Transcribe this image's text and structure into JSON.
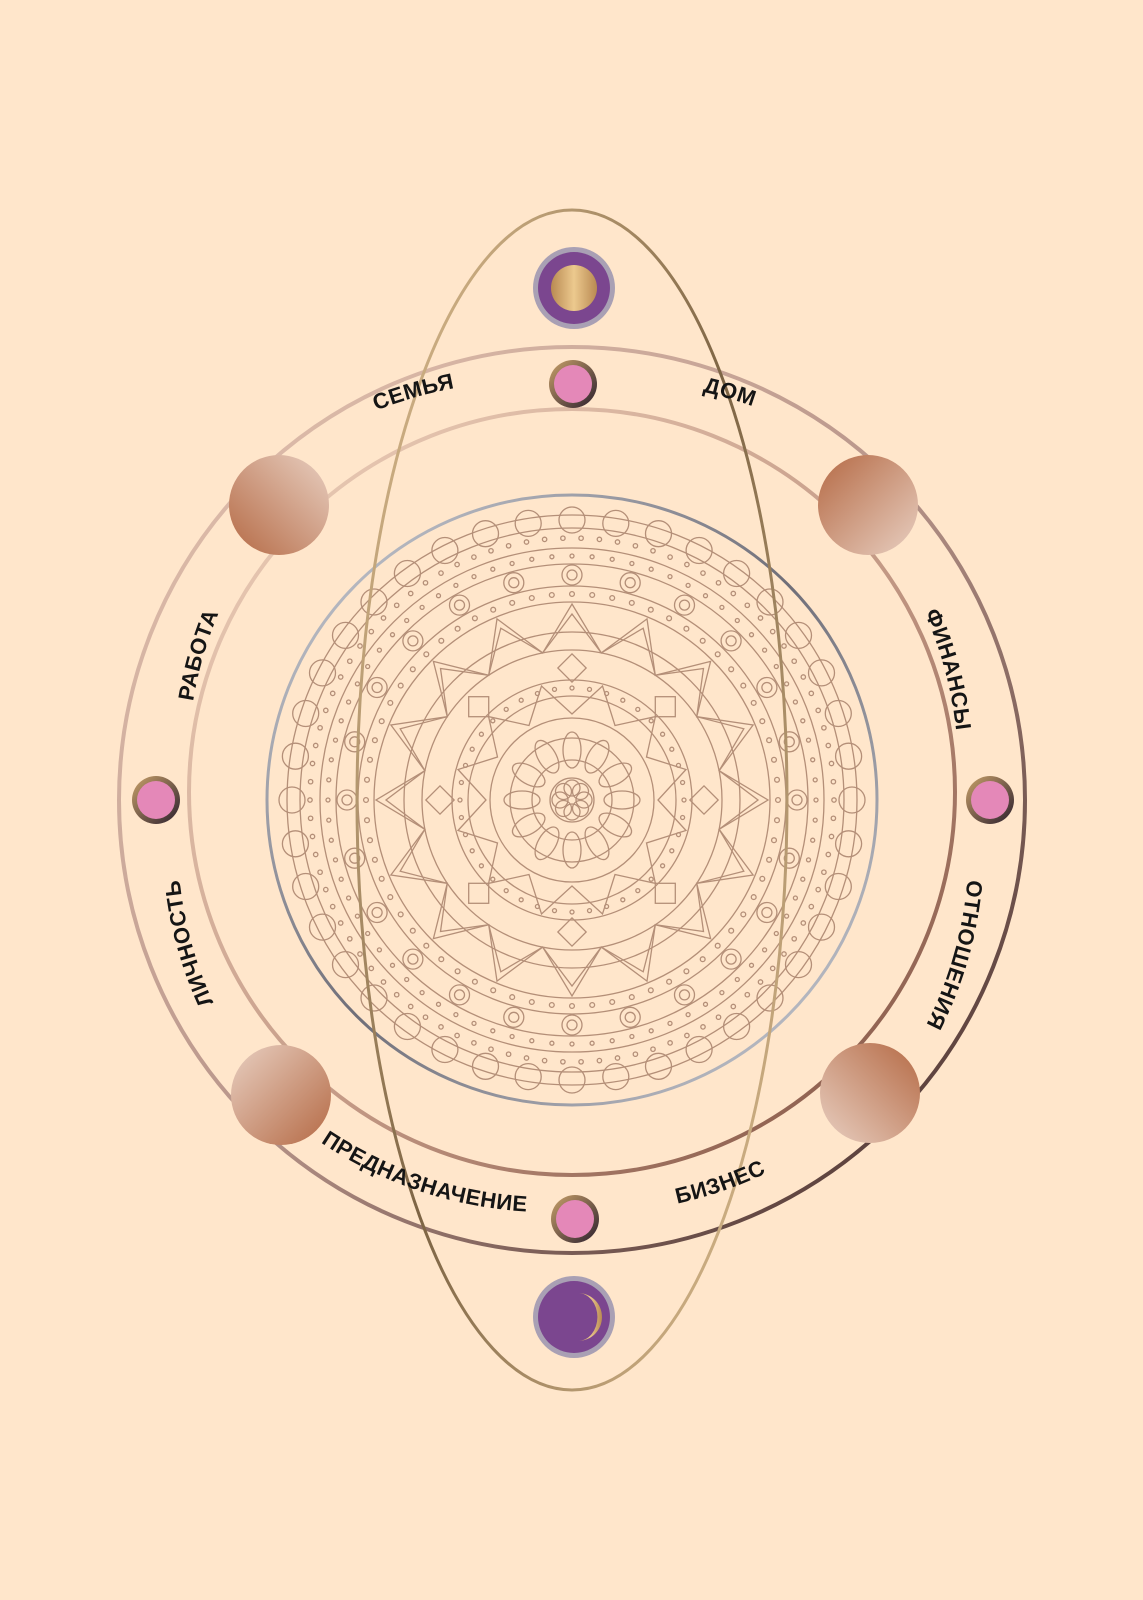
{
  "diagram": {
    "labels": {
      "top_left": "СЕМЬЯ",
      "top_right": "ДОМ",
      "left_upper": "РАБОТА",
      "left_lower": "ЛИЧНОСТЬ",
      "right_upper": "ФИНАНСЫ",
      "right_lower": "ОТНОШЕНИЯ",
      "bottom_left": "ПРЕДНАЗНАЧЕНИЕ",
      "bottom_right": "БИЗНЕС"
    },
    "icons": {
      "top": "full-moon-icon",
      "bottom": "crescent-moon-icon",
      "center": "mandala-icon"
    },
    "colors": {
      "background": "#ffe6cb",
      "axis": "#9a6a4e",
      "pink_node": "#e488b8",
      "purple_badge": "#7b468f",
      "gold": "#c9a169",
      "bronze": "#b57250",
      "mandala_line": "#b48f78"
    }
  }
}
